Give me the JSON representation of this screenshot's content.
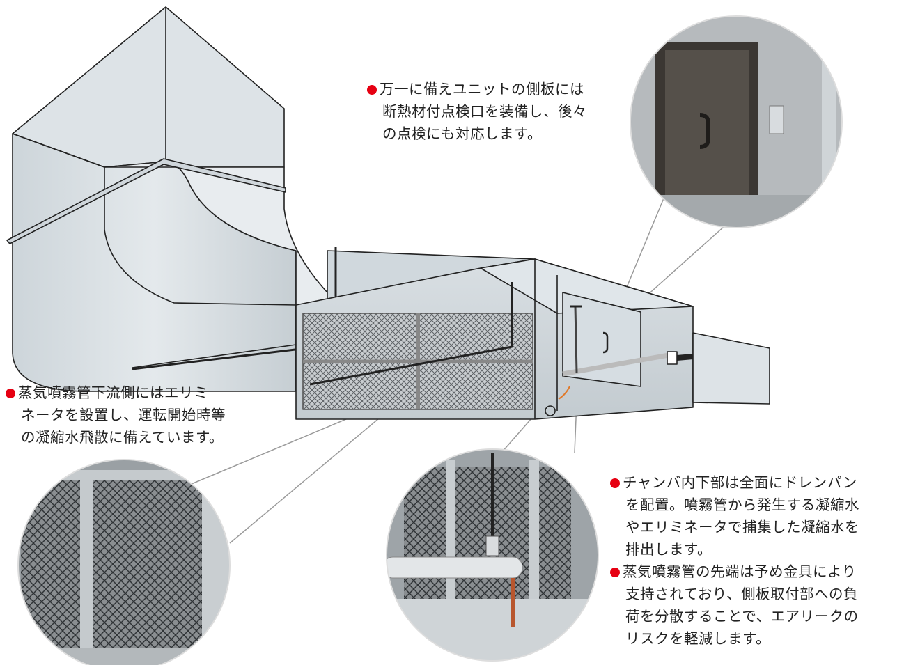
{
  "colors": {
    "bullet": "#e60012",
    "duct_fill": "#d4dbe0",
    "duct_stroke": "#222222",
    "connector": "#9a9a9a",
    "inspection_panel": "#4f4a45",
    "drain_pipe": "#b8562e"
  },
  "callouts": {
    "inspection": {
      "lines": [
        "万一に備えユニットの側板には",
        "断熱材付点検口を装備し、後々",
        "の点検にも対応します。"
      ]
    },
    "eliminator": {
      "lines": [
        "蒸気噴霧管下流側にはエリミ",
        "ネータを設置し、運転開始時等",
        "の凝縮水飛散に備えています。"
      ]
    },
    "drain_pan": {
      "lines": [
        "チャンバ内下部は全面にドレンパン",
        "を配置。噴霧管から発生する凝縮水",
        "やエリミネータで捕集した凝縮水を",
        "排出します。"
      ]
    },
    "support": {
      "lines": [
        "蒸気噴霧管の先端は予め金具により",
        "支持されており、側板取付部への負",
        "荷を分散することで、エアリークの",
        "リスクを軽減します。"
      ]
    }
  }
}
